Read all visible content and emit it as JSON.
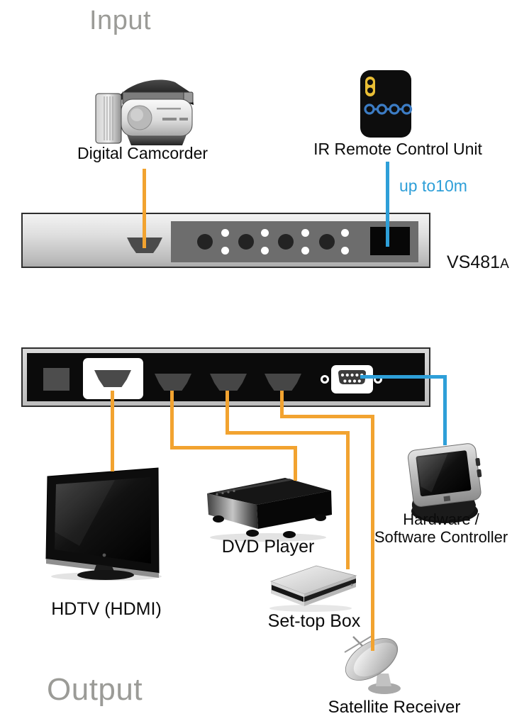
{
  "headings": {
    "input": "Input",
    "output": "Output"
  },
  "model": {
    "main": "VS481",
    "suffix": "A"
  },
  "input_devices": {
    "camcorder": {
      "label": "Digital Camcorder"
    },
    "ir_remote": {
      "label": "IR Remote Control Unit",
      "range_note": "up to10m"
    }
  },
  "output_devices": {
    "hdtv": {
      "label": "HDTV (HDMI)"
    },
    "dvd": {
      "label": "DVD Player"
    },
    "settop": {
      "label": "Set-top Box"
    },
    "controller": {
      "line1": "Hardware /",
      "line2": "Software Controller"
    },
    "satellite": {
      "label": "Satellite Receiver"
    }
  },
  "icons": {
    "digital-camcorder-icon": "camcorder",
    "ir-remote-icon": "remote-control",
    "hdtv-icon": "flat-screen-tv",
    "dvd-player-icon": "dvd-player",
    "set-top-box-icon": "set-top-box",
    "controller-icon": "touch-panel",
    "satellite-icon": "satellite-dish",
    "hdmi-port-icon": "hdmi-port",
    "serial-port-icon": "db9-serial-port"
  },
  "colors": {
    "hdmi_cable_orange": "#F2A330",
    "control_cable_blue": "#2E9FD8",
    "heading_gray": "#9B9B97"
  }
}
